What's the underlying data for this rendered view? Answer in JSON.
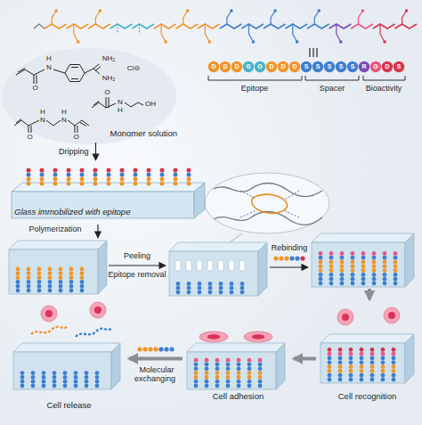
{
  "diagram": {
    "nodes": [
      {
        "text": [
          "Monomer solution"
        ]
      },
      {
        "text": [
          "Glass immobilized with epitope"
        ]
      },
      {
        "text": [
          "Cell recognition"
        ]
      },
      {
        "text": [
          "Cell adhesion"
        ]
      },
      {
        "text": [
          "Cell release"
        ]
      }
    ],
    "edges": [
      {
        "from": 0,
        "to": 1,
        "arrow": "to",
        "label": "Dripping"
      },
      {
        "from": 2,
        "to": 3,
        "arrow": "to"
      },
      {
        "from": 3,
        "to": 4,
        "arrow": "to",
        "label": "Molecular exchanging"
      }
    ],
    "labels": [
      "D",
      "D",
      "D",
      "G",
      "G",
      "D",
      "D",
      "D",
      "S",
      "S",
      "S",
      "S",
      "S",
      "R",
      "G",
      "D",
      "S",
      "Epitope",
      "Spacer",
      "Bioactivity",
      "Polymerization",
      "Peeling",
      "Epitope removal",
      "Rebinding",
      "O",
      "H",
      "N",
      "NH₂",
      "NH₂",
      "Cl⊖",
      "O",
      "N",
      "H",
      "OH",
      "O",
      "N",
      "H",
      "N",
      "H",
      "O"
    ]
  }
}
